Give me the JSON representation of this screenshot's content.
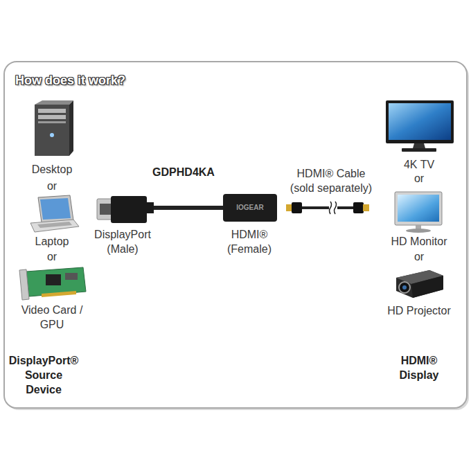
{
  "diagram": {
    "title": "How does it work?",
    "labels": [
      "Desktop",
      "or",
      "Laptop",
      "or",
      "Video Card / GPU",
      "GDPHD4KA",
      "DisplayPort (Male)",
      "IOGEAR",
      "HDMI® (Female)",
      "HDMI® Cable (sold separately)",
      "4K TV",
      "or",
      "HD Monitor",
      "or",
      "HD Projector",
      "DisplayPort® Source Device",
      "HDMI® Display"
    ]
  }
}
